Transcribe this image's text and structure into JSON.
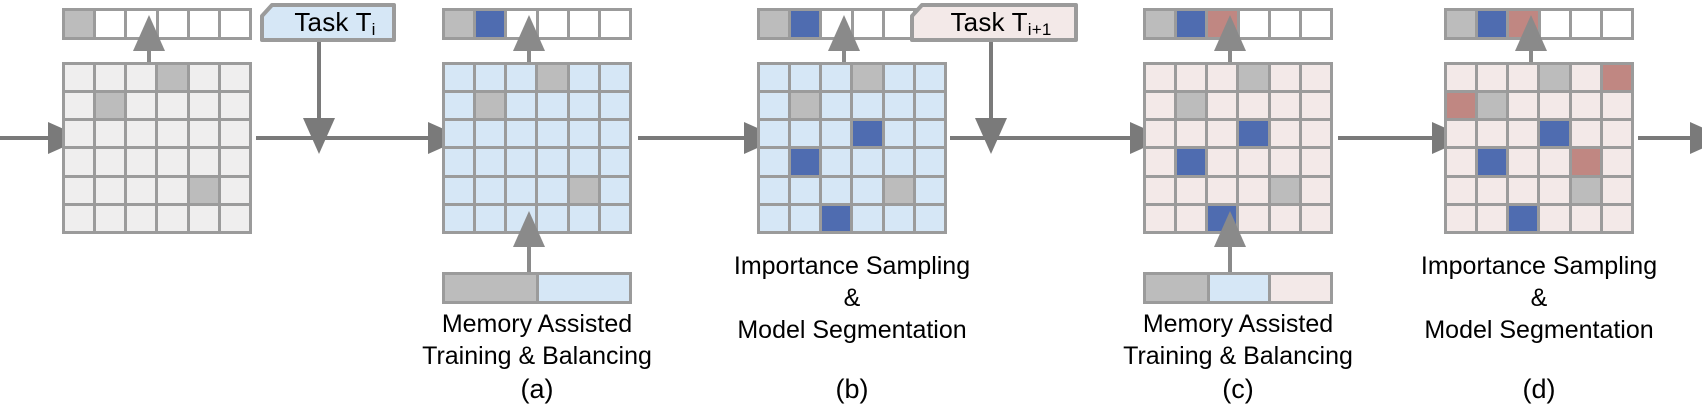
{
  "figure": {
    "type": "pipeline-diagram",
    "background": "#ffffff",
    "palette": {
      "outline": "#9b9b9b",
      "cell_gray_bg": "#efeeee",
      "cell_blue_bg": "#d6e7f6",
      "cell_pink_bg": "#f3e9e8",
      "highlight_gray": "#bcbcbc",
      "highlight_blue": "#4f6cb0",
      "highlight_red": "#c08782",
      "arrow": "#7a7a7a",
      "task_i_fill": "#d6e7f6",
      "task_i1_fill": "#f3e9e8"
    }
  },
  "panels": [
    {
      "id": "panel-0",
      "letter": "",
      "caption": "",
      "grid": {
        "rows": 6,
        "cols": 6,
        "base": "gray",
        "highlights": [
          {
            "row": 1,
            "col": 4,
            "color": "gray"
          },
          {
            "row": 2,
            "col": 2,
            "color": "gray"
          },
          {
            "row": 5,
            "col": 5,
            "color": "gray"
          }
        ]
      },
      "top_bar": {
        "segments": [
          "gray",
          "white",
          "white",
          "white",
          "white",
          "white"
        ]
      },
      "bottom_bar": null
    },
    {
      "id": "panel-a",
      "letter": "(a)",
      "caption": "Memory Assisted\nTraining & Balancing",
      "grid": {
        "rows": 6,
        "cols": 6,
        "base": "blue",
        "highlights": [
          {
            "row": 1,
            "col": 4,
            "color": "gray"
          },
          {
            "row": 2,
            "col": 2,
            "color": "gray"
          },
          {
            "row": 5,
            "col": 5,
            "color": "gray"
          }
        ]
      },
      "top_bar": {
        "segments": [
          "gray",
          "blue",
          "white",
          "white",
          "white",
          "white"
        ]
      },
      "bottom_bar": {
        "segments": [
          {
            "color": "gray",
            "weight": 50
          },
          {
            "color": "ltblue",
            "weight": 50
          }
        ]
      }
    },
    {
      "id": "panel-b",
      "letter": "(b)",
      "caption": "Importance Sampling\n&\nModel Segmentation",
      "grid": {
        "rows": 6,
        "cols": 6,
        "base": "blue",
        "highlights": [
          {
            "row": 1,
            "col": 4,
            "color": "gray"
          },
          {
            "row": 2,
            "col": 2,
            "color": "gray"
          },
          {
            "row": 3,
            "col": 4,
            "color": "blue"
          },
          {
            "row": 4,
            "col": 2,
            "color": "blue"
          },
          {
            "row": 5,
            "col": 5,
            "color": "gray"
          },
          {
            "row": 6,
            "col": 3,
            "color": "blue"
          }
        ]
      },
      "top_bar": {
        "segments": [
          "gray",
          "blue",
          "white",
          "white",
          "white",
          "white"
        ]
      },
      "bottom_bar": null
    },
    {
      "id": "panel-c",
      "letter": "(c)",
      "caption": "Memory Assisted\nTraining & Balancing",
      "grid": {
        "rows": 6,
        "cols": 6,
        "base": "pink",
        "highlights": [
          {
            "row": 1,
            "col": 4,
            "color": "gray"
          },
          {
            "row": 2,
            "col": 2,
            "color": "gray"
          },
          {
            "row": 3,
            "col": 4,
            "color": "blue"
          },
          {
            "row": 4,
            "col": 2,
            "color": "blue"
          },
          {
            "row": 5,
            "col": 5,
            "color": "gray"
          },
          {
            "row": 6,
            "col": 3,
            "color": "blue"
          }
        ]
      },
      "top_bar": {
        "segments": [
          "gray",
          "blue",
          "red",
          "white",
          "white",
          "white"
        ]
      },
      "bottom_bar": {
        "segments": [
          {
            "color": "gray",
            "weight": 34
          },
          {
            "color": "ltblue",
            "weight": 33
          },
          {
            "color": "ltpink",
            "weight": 33
          }
        ]
      }
    },
    {
      "id": "panel-d",
      "letter": "(d)",
      "caption": "Importance Sampling\n&\nModel Segmentation",
      "grid": {
        "rows": 6,
        "cols": 6,
        "base": "pink",
        "highlights": [
          {
            "row": 1,
            "col": 4,
            "color": "gray"
          },
          {
            "row": 1,
            "col": 6,
            "color": "red"
          },
          {
            "row": 2,
            "col": 1,
            "color": "red"
          },
          {
            "row": 2,
            "col": 2,
            "color": "gray"
          },
          {
            "row": 3,
            "col": 4,
            "color": "blue"
          },
          {
            "row": 4,
            "col": 2,
            "color": "blue"
          },
          {
            "row": 4,
            "col": 5,
            "color": "red"
          },
          {
            "row": 5,
            "col": 5,
            "color": "gray"
          },
          {
            "row": 6,
            "col": 3,
            "color": "blue"
          }
        ]
      },
      "top_bar": {
        "segments": [
          "gray",
          "blue",
          "red",
          "white",
          "white",
          "white"
        ]
      },
      "bottom_bar": null
    }
  ],
  "task_tags": [
    {
      "id": "task-i",
      "prefix": "Task T",
      "subscript": "i",
      "fill": "#d6e7f6"
    },
    {
      "id": "task-i1",
      "prefix": "Task T",
      "subscript": "i+1",
      "fill": "#f3e9e8"
    }
  ]
}
